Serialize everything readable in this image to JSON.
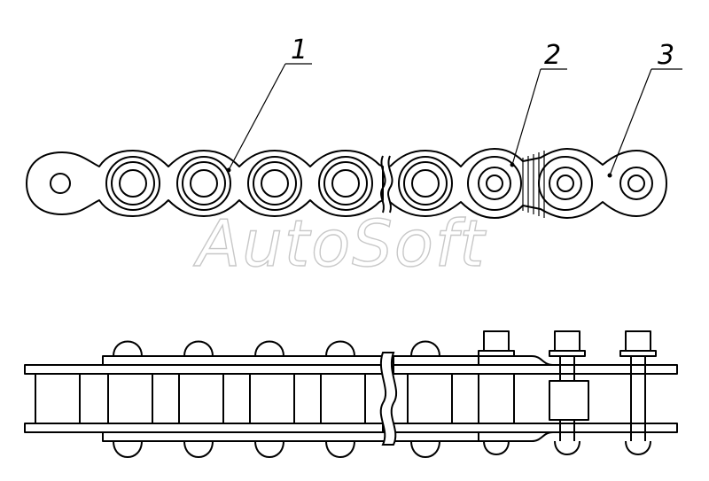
{
  "callouts": [
    {
      "id": "1",
      "label": "1"
    },
    {
      "id": "2",
      "label": "2"
    },
    {
      "id": "3",
      "label": "3"
    }
  ],
  "watermark": "AutoSoft"
}
